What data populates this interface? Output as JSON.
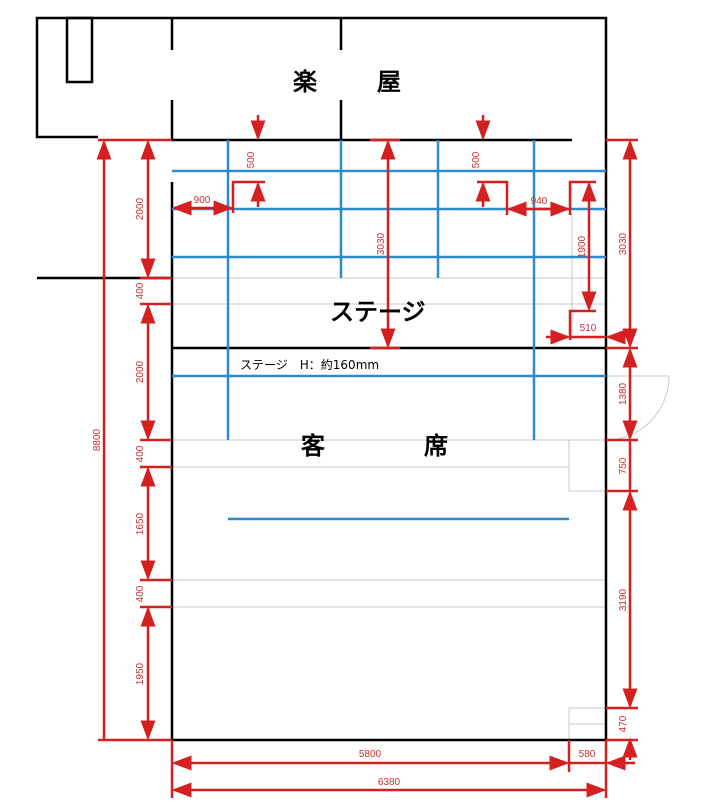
{
  "rooms": {
    "dressing_room_1": "楽",
    "dressing_room_2": "屋",
    "stage": "ステージ",
    "stage_height_note": "ステージ　H：約160mm",
    "seating_1": "客",
    "seating_2": "席"
  },
  "dimensions": {
    "total_depth": "8800",
    "left_segments": [
      "2000",
      "400",
      "2000",
      "400",
      "1650",
      "400",
      "1950"
    ],
    "right_segments": [
      "3030",
      "1380",
      "750",
      "3190",
      "470"
    ],
    "stage_depth": "3030",
    "left_offset_top": "500",
    "left_offset_side": "900",
    "right_offset_top": "500",
    "right_offset_side": "940",
    "right_riser_depth": "1900",
    "right_riser_width": "510",
    "bottom_main": "5800",
    "bottom_side": "580",
    "bottom_total": "6380"
  },
  "colors": {
    "walls": "#000000",
    "dimension_lines": "#d42020",
    "pipe_lines": "#2a8ccc",
    "guide_lines": "#c8c8c8"
  }
}
